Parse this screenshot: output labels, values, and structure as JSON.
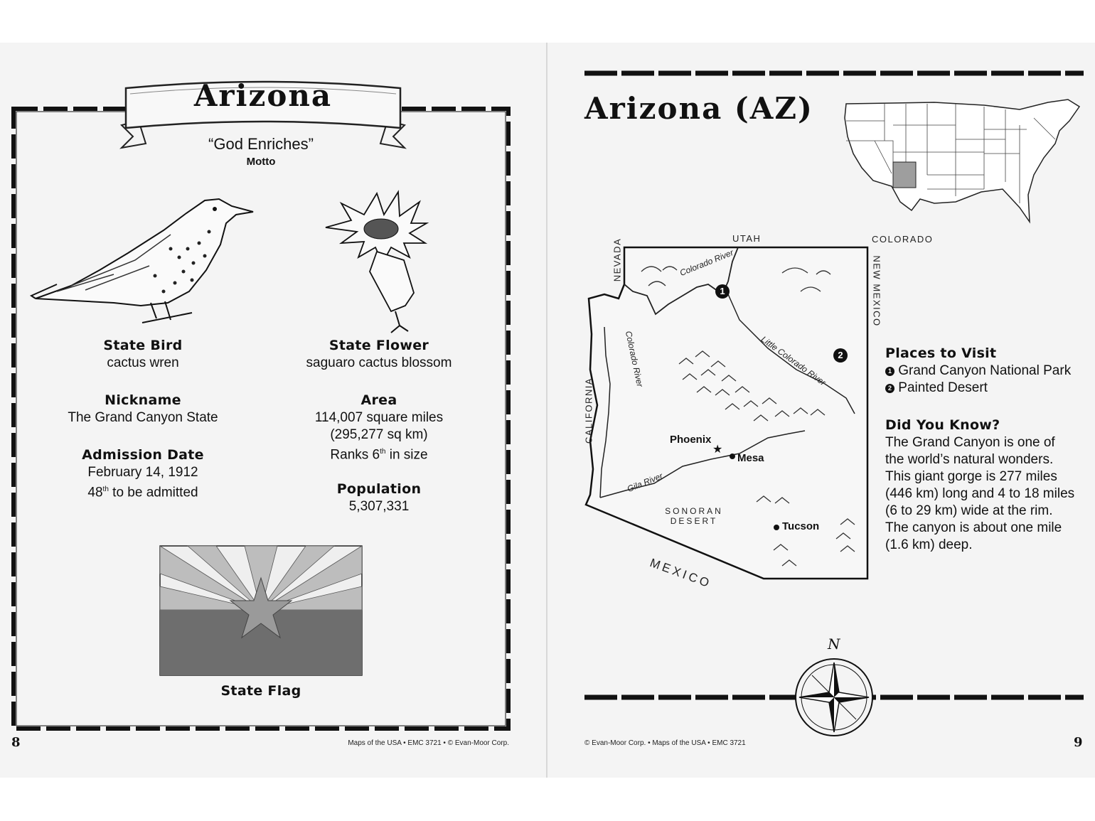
{
  "left": {
    "title": "Arizona",
    "motto_text": "“God Enriches”",
    "motto_label": "Motto",
    "state_bird_label": "State Bird",
    "state_bird_value": "cactus wren",
    "state_flower_label": "State Flower",
    "state_flower_value": "saguaro cactus blossom",
    "nickname_label": "Nickname",
    "nickname_value": "The Grand Canyon State",
    "area_label": "Area",
    "area_line1": "114,007 square miles",
    "area_line2": "(295,277 sq km)",
    "area_rank_prefix": "Ranks 6",
    "area_rank_sup": "th",
    "area_rank_suffix": " in size",
    "admission_label": "Admission Date",
    "admission_date": "February 14, 1912",
    "admission_order_prefix": "48",
    "admission_order_sup": "th",
    "admission_order_suffix": " to be admitted",
    "population_label": "Population",
    "population_value": "5,307,331",
    "flag_label": "State Flag",
    "page_number": "8",
    "footer": "Maps of the USA • EMC 3721 • © Evan-Moor Corp.",
    "colors": {
      "flag_blue": "#6e6e6e",
      "flag_red": "#bdbdbd",
      "flag_star": "#9a9a9a"
    }
  },
  "right": {
    "title": "Arizona (AZ)",
    "map_labels": {
      "utah": "UTAH",
      "colorado": "COLORADO",
      "nevada": "NEVADA",
      "new_mexico": "NEW MEXICO",
      "california": "CALIFORNIA",
      "mexico": "MEXICO",
      "sonoran_1": "SONORAN",
      "sonoran_2": "DESERT",
      "colorado_river_1": "Colorado River",
      "colorado_river_2": "Colorado River",
      "little_colorado_river": "Little Colorado River",
      "gila_river": "Gila River"
    },
    "cities": {
      "phoenix": "Phoenix",
      "mesa": "Mesa",
      "tucson": "Tucson"
    },
    "markers": {
      "m1": "1",
      "m2": "2"
    },
    "compass_north": "N",
    "places_heading": "Places to Visit",
    "places": [
      {
        "num": "1",
        "name": "Grand Canyon National Park"
      },
      {
        "num": "2",
        "name": "Painted Desert"
      }
    ],
    "dyk_heading": "Did You Know?",
    "dyk_lines": [
      "The Grand Canyon is one of",
      "the world’s natural wonders.",
      "This giant gorge is 277 miles",
      "(446 km) long and 4 to 18 miles",
      "(6 to 29 km) wide at the rim.",
      "The canyon is about one mile",
      "(1.6 km) deep."
    ],
    "page_number": "9",
    "footer": "© Evan-Moor Corp. • Maps of the USA • EMC 3721",
    "colors": {
      "highlight_state": "#9e9e9e"
    }
  }
}
